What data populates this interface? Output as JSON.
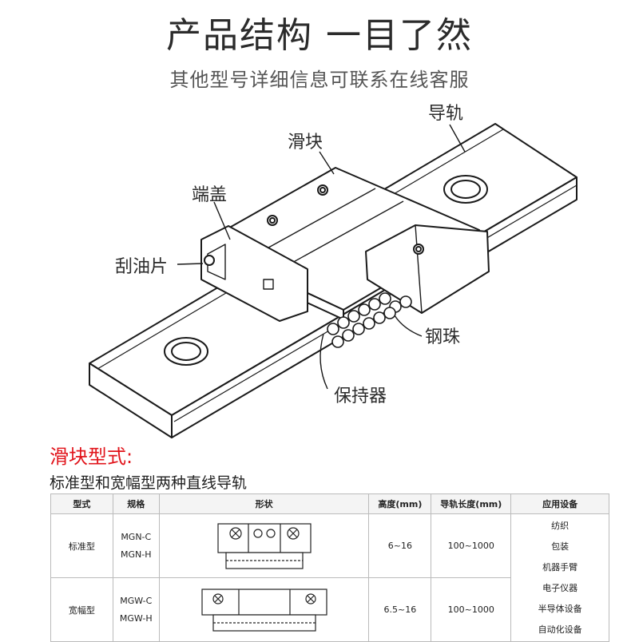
{
  "header": {
    "title": "产品结构 一目了然",
    "subtitle": "其他型号详细信息可联系在线客服"
  },
  "diagram": {
    "labels": {
      "rail": "导轨",
      "slider": "滑块",
      "end_cap": "端盖",
      "scraper": "刮油片",
      "steel_ball": "钢珠",
      "retainer": "保持器"
    }
  },
  "slider_types": {
    "heading": "滑块型式:",
    "description": "标准型和宽幅型两种直线导轨",
    "table": {
      "headers": [
        "型式",
        "规格",
        "形状",
        "高度(mm)",
        "导轨长度(mm)",
        "应用设备"
      ],
      "rows": [
        {
          "type": "标准型",
          "models": [
            "MGN-C",
            "MGN-H"
          ],
          "height": "6~16",
          "rail_length": "100~1000"
        },
        {
          "type": "宽幅型",
          "models": [
            "MGW-C",
            "MGW-H"
          ],
          "height": "6.5~16",
          "rail_length": "100~1000"
        }
      ],
      "applications": [
        "纺织",
        "包装",
        "机器手臂",
        "电子仪器",
        "半导体设备",
        "自动化设备"
      ]
    }
  }
}
